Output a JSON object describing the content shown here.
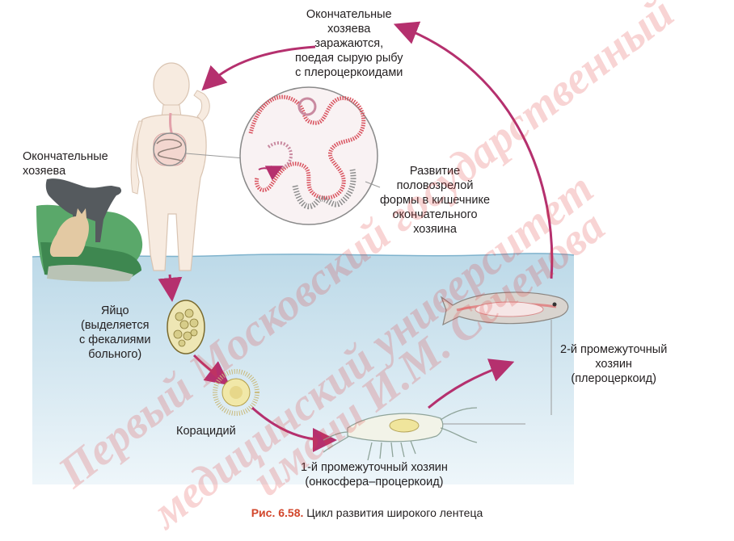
{
  "labels": {
    "top": [
      "Окончательные",
      "хозяева",
      "заражаются,",
      "поедая сырую рыбу",
      "с плероцеркоидами"
    ],
    "definitive_hosts": [
      "Окончательные",
      "хозяева"
    ],
    "development": [
      "Развитие",
      "половозрелой",
      "формы в кишечнике",
      "окончательного",
      "хозяина"
    ],
    "egg": [
      "Яйцо",
      "(выделяется",
      "с фекалиями",
      "больного)"
    ],
    "coracidium": "Корацидий",
    "host1": [
      "1-й промежуточный хозяин",
      "(онкосфера–процеркоид)"
    ],
    "host2": [
      "2-й промежуточный",
      "хозяин",
      "(плероцеркоид)"
    ]
  },
  "caption": {
    "figure": "Рис. 6.58.",
    "text": "Цикл развития широкого лентеца"
  },
  "watermark": [
    "Первый Московский государственный",
    "медицинский университет",
    "имени И.М. Сеченова"
  ],
  "colors": {
    "arrow": "#b5306e",
    "water": "#cfe4ef",
    "skin": "#f7ebe0",
    "caption_accent": "#d2462b"
  }
}
